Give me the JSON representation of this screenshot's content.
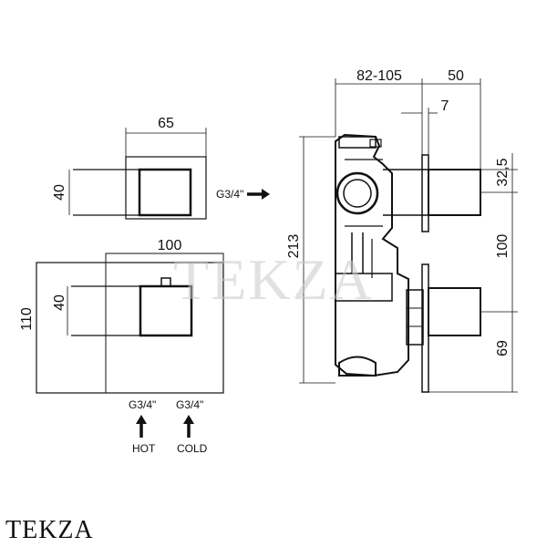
{
  "dimensions": {
    "top_width": "65",
    "top_height": "40",
    "plate_width": "100",
    "plate_height": "110",
    "handle_height": "40",
    "depth_range": "82-105",
    "front_depth": "50",
    "plate_thickness": "7",
    "upper_offset": "32,5",
    "total_height": "213",
    "center_spacing": "100",
    "lower_offset": "69"
  },
  "labels": {
    "inlet_side": "G3/4\"",
    "inlet_hot": "G3/4\"",
    "inlet_cold": "G3/4\"",
    "hot": "HOT",
    "cold": "COLD"
  },
  "watermark": "TEKZA",
  "brand": "TEKZA"
}
